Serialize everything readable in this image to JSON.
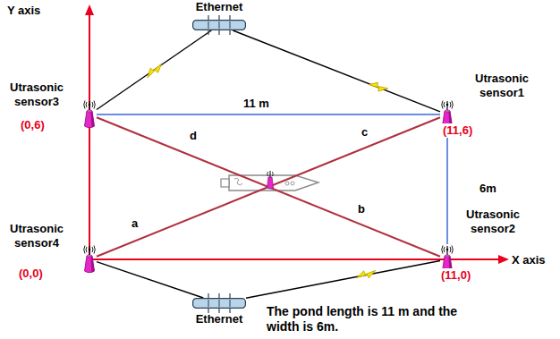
{
  "diagram": {
    "nodes": [
      {
        "text": [
          "Ethernet"
        ]
      },
      {
        "text": [
          "Utrasonic sensor3",
          "(0,6)"
        ]
      },
      {
        "text": [
          "Utrasonic sensor1",
          "(11,6)"
        ]
      },
      {
        "text": [
          "Utrasonic sensor2",
          "(11,0)"
        ]
      },
      {
        "text": [
          "Utrasonic sensor4",
          "(0,0)"
        ]
      },
      {
        "text": [
          "Ethernet"
        ]
      }
    ],
    "edges": [
      {
        "from": 0,
        "to": 1,
        "arrow": "none"
      },
      {
        "from": 0,
        "to": 2,
        "arrow": "none"
      },
      {
        "from": 1,
        "to": 2,
        "label": "11 m",
        "arrow": "none"
      },
      {
        "from": 2,
        "to": 3,
        "label": "6m",
        "arrow": "none"
      },
      {
        "from": 4,
        "to": 2,
        "arrow": "none"
      },
      {
        "from": 1,
        "to": 3,
        "arrow": "none"
      },
      {
        "from": 5,
        "to": 4,
        "arrow": "none"
      },
      {
        "from": 5,
        "to": 3,
        "arrow": "none"
      }
    ],
    "labels": [
      "Y axis",
      "X axis",
      "a",
      "b",
      "c",
      "d",
      "The pond length is 11 m and the width is 6m."
    ]
  }
}
